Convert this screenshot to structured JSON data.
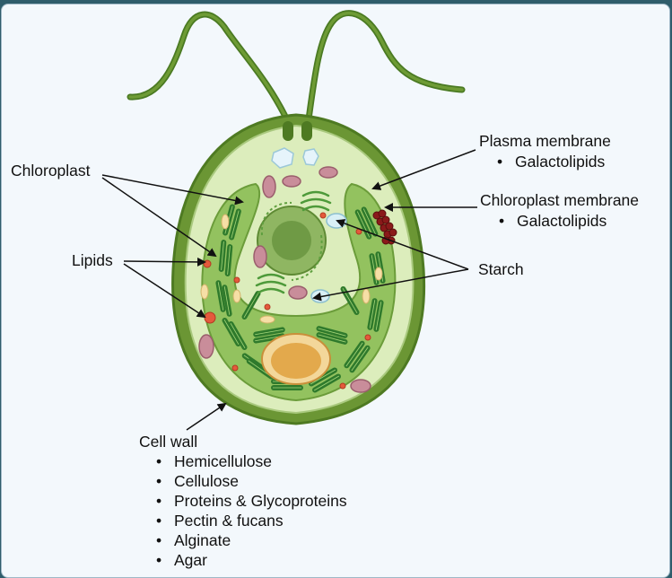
{
  "labels": {
    "plasma_membrane": "Plasma membrane",
    "plasma_membrane_items": [
      "Galactolipids"
    ],
    "chloroplast_membrane": "Chloroplast membrane",
    "chloroplast_membrane_items": [
      "Galactolipids"
    ],
    "starch": "Starch",
    "chloroplast": "Chloroplast",
    "lipids": "Lipids",
    "cell_wall": "Cell wall",
    "cell_wall_items": [
      "Hemicellulose",
      "Cellulose",
      "Proteins & Glycoproteins",
      "Pectin & fucans",
      "Alginate",
      "Agar"
    ]
  },
  "colors": {
    "background": "#f3f8fc",
    "cell_wall": "#5e8a2a",
    "cytoplasm": "#d9ebb7",
    "chloroplast": "#8dbf5a",
    "thylakoid": "#2f7a2c",
    "nucleus": "#6f9a45",
    "pyrenoid": "#e3a94c",
    "lipid_droplet": "#e45a3c",
    "starch": "#d9f0f6",
    "mitochondria": "#c98d9a"
  }
}
